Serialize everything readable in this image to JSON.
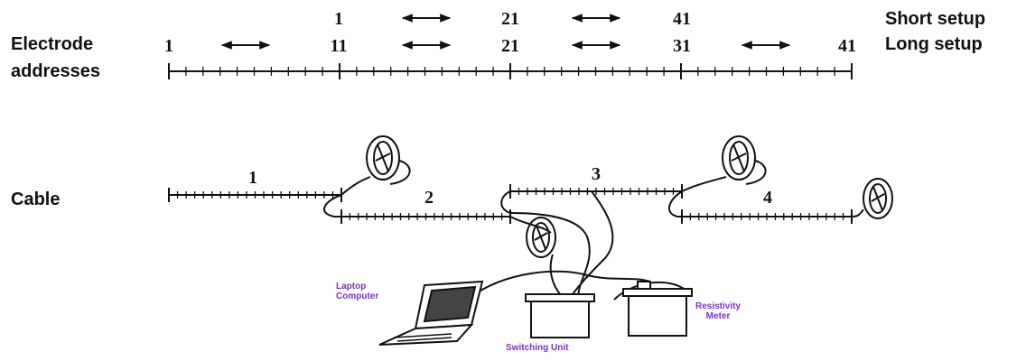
{
  "left_labels": {
    "electrode": "Electrode",
    "addresses": "addresses",
    "cable": "Cable"
  },
  "right_labels": {
    "short_setup": "Short setup",
    "long_setup": "Long setup"
  },
  "short_setup_numbers": [
    "1",
    "21",
    "41"
  ],
  "long_setup_numbers": [
    "1",
    "11",
    "21",
    "31",
    "41"
  ],
  "cable_numbers": [
    "1",
    "2",
    "3",
    "4"
  ],
  "devices": {
    "laptop": "Laptop\nComputer",
    "switching_unit": "Switching Unit",
    "resistivity_meter": "Resistivity\nMeter"
  },
  "colors": {
    "ink": "#111111",
    "device_label": "#7a2fd0"
  }
}
